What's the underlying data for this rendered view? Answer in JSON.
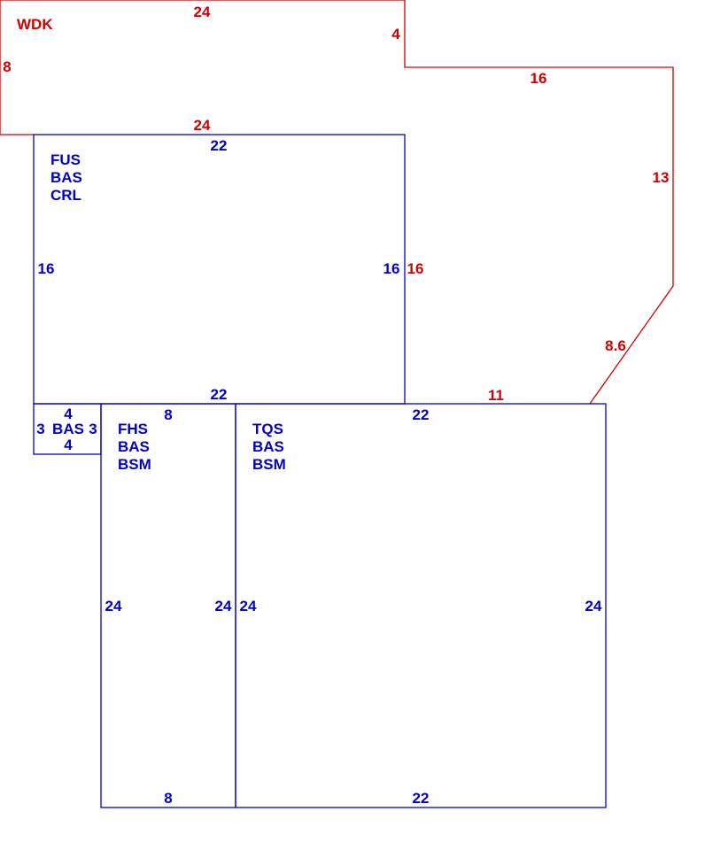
{
  "colors": {
    "wood_deck": "#d00000",
    "living_area": "#0000c8",
    "background": "#ffffff"
  },
  "areas": {
    "wdk": {
      "code": "WDK",
      "dims": {
        "top": "24",
        "notch": "4",
        "left": "8",
        "bottom": "24",
        "right_top": "16",
        "right": "13",
        "right_lower": "16",
        "diagonal": "8.6",
        "lower": "11"
      }
    },
    "upper": {
      "codes": [
        "FUS",
        "BAS",
        "CRL"
      ],
      "dims": {
        "top": "22",
        "left": "16",
        "right": "16",
        "bottom": "22"
      }
    },
    "small_bas": {
      "code": "BAS",
      "dims": {
        "top": "4",
        "left": "3",
        "right": "3",
        "bottom": "4"
      }
    },
    "fhs": {
      "codes": [
        "FHS",
        "BAS",
        "BSM"
      ],
      "dims": {
        "top": "8",
        "left": "24",
        "right": "24",
        "bottom": "8"
      }
    },
    "tqs": {
      "codes": [
        "TQS",
        "BAS",
        "BSM"
      ],
      "dims": {
        "top": "22",
        "left": "24",
        "right": "24",
        "bottom": "22"
      }
    }
  }
}
